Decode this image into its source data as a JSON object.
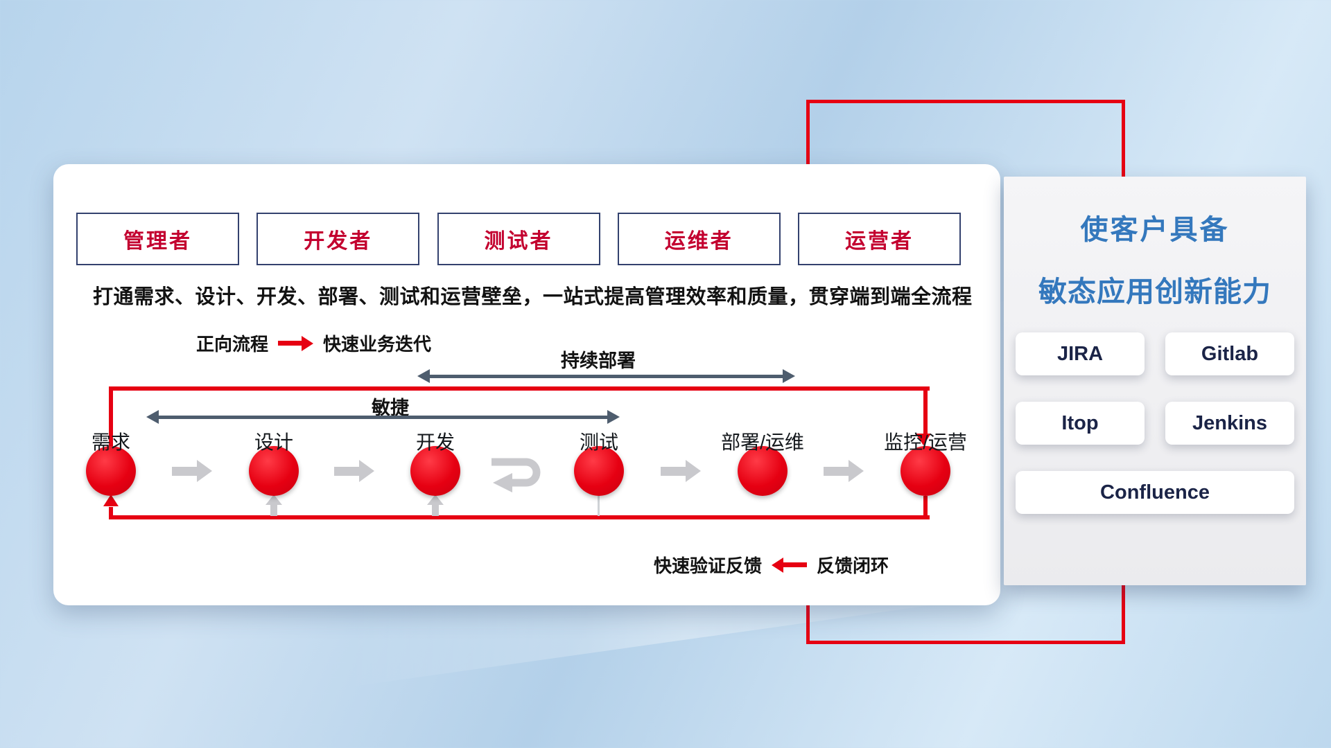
{
  "colors": {
    "accent-red": "#e60012",
    "dark-arrow": "#4e5d6e",
    "gray-arrow": "#c9c9cd",
    "title-blue": "#3478bd",
    "role-red": "#c3002f",
    "role-border": "#33416e",
    "tool-text": "#1b2447"
  },
  "roles": [
    "管理者",
    "开发者",
    "测试者",
    "运维者",
    "运营者"
  ],
  "description": "打通需求、设计、开发、部署、测试和运营壁垒，一站式提高管理效率和质量，贯穿端到端全流程",
  "forward_legend": {
    "label": "正向流程",
    "value": "快速业务迭代"
  },
  "feedback_legend": {
    "value": "快速验证反馈",
    "label": "反馈闭环"
  },
  "flow": {
    "stages": [
      "需求",
      "设计",
      "开发",
      "测试",
      "部署/运维",
      "监控/运营"
    ],
    "agile_label": "敏捷",
    "continuous_deploy_label": "持续部署"
  },
  "right_panel": {
    "title_line1": "使客户具备",
    "title_line2": "敏态应用创新能力",
    "tools": [
      "JIRA",
      "Gitlab",
      "Itop",
      "Jenkins",
      "Confluence"
    ]
  }
}
